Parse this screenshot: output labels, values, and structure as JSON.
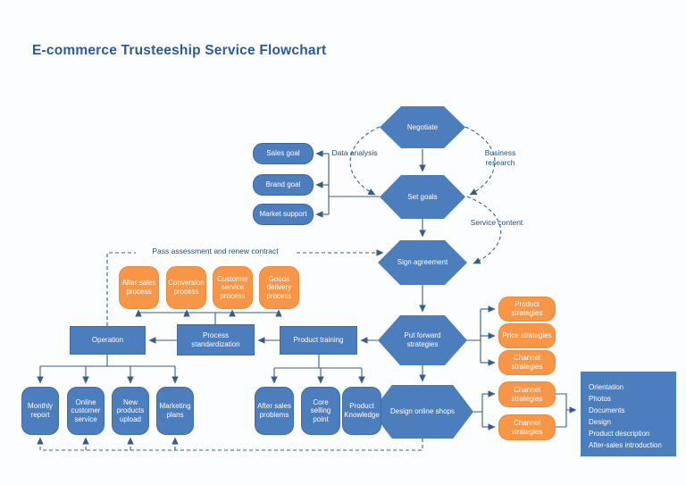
{
  "title": "E-commerce Trusteeship Service Flowchart",
  "colors": {
    "shape_blue": "#4c7dbc",
    "shape_orange": "#f79646",
    "connector": "#385d8a",
    "label_text": "#1f4e79",
    "title_text": "#2e5b93",
    "background": "#fcfdff",
    "node_text": "#ffffff"
  },
  "nodes": {
    "negotiate": "Negotiate",
    "set_goals": "Set goals",
    "sign_agreement": "Sign agreement",
    "put_forward_strategies": "Put forward strategies",
    "design_online_shops": "Design online shops",
    "sales_goal": "Sales goal",
    "brand_goal": "Brand goal",
    "market_support": "Market support",
    "after_sales_process": "After sales process",
    "conversion_process": "Conversion process",
    "customer_service_process": "Customer service process",
    "goods_delivery_process": "Goods delivery process",
    "operation": "Operation",
    "process_standardization": "Process standardization",
    "product_training": "Product training",
    "product_strategies": "Product strategies",
    "price_strategies": "Price strategies",
    "channel_strategies_1": "Channel strategies",
    "channel_strategies_2": "Channel strategies",
    "channel_strategies_3": "Channel strategies",
    "monthly_report": "Monthly report",
    "online_customer_service": "Online customer service",
    "new_products_upload": "New products upload",
    "marketing_plans": "Marketing plans",
    "after_sales_problems": "After sales problems",
    "core_selling_point": "Core selling point",
    "product_knowledge": "Product Knowledge"
  },
  "shop_details": {
    "items": [
      "Orientation",
      "Photos",
      "Documents",
      "Design",
      "Product description",
      "After-sales introduction"
    ]
  },
  "edge_labels": {
    "data_analysis": "Data analysis",
    "business_research": "Business research",
    "service_content": "Service content",
    "pass_assessment": "Pass assessment and renew contract"
  }
}
